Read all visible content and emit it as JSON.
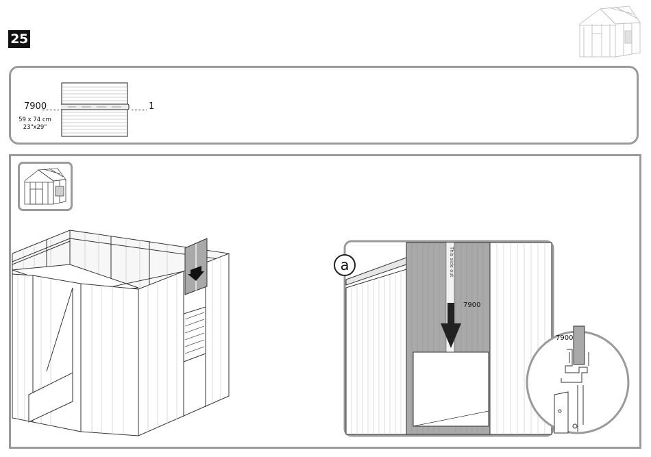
{
  "step": {
    "number": "25"
  },
  "parts": {
    "code": "7900",
    "size_metric": "59 x 74 cm",
    "size_imperial": "23\"x29\"",
    "quantity": "1"
  },
  "detail": {
    "label": "a",
    "callout_main": "7900",
    "callout_zoom": "7900",
    "strip_text": "This side out"
  },
  "icons": {
    "step_thumbnail": "shed-thumbnail-icon",
    "reference_view": "shed-front-view-icon",
    "down_arrow": "down-arrow-icon"
  },
  "colors": {
    "badge": "#111111",
    "frame": "#9a9a9a",
    "panel_dark": "#a9a9a9",
    "line": "#333333"
  }
}
